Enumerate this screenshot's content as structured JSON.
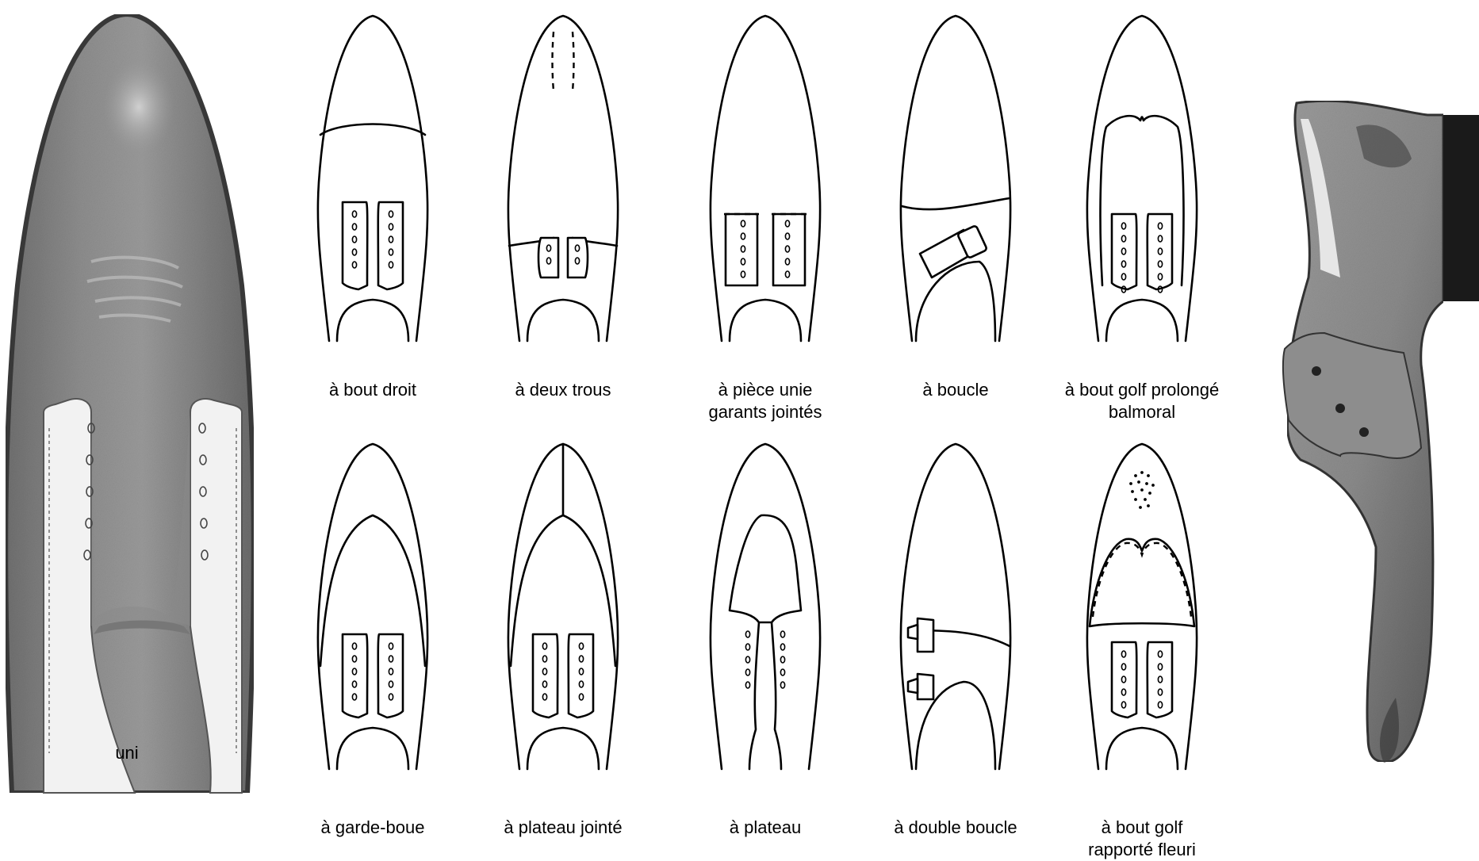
{
  "figure": {
    "big_shoe_label": "uni",
    "rows": [
      [
        {
          "id": "bout-droit",
          "lines": [
            "à bout droit"
          ]
        },
        {
          "id": "deux-trous",
          "lines": [
            "à deux trous"
          ]
        },
        {
          "id": "piece-unie",
          "lines": [
            "à pièce unie",
            "garants jointés"
          ]
        },
        {
          "id": "boucle",
          "lines": [
            "à boucle"
          ]
        },
        {
          "id": "golf-prolonge",
          "lines": [
            "à bout golf prolongé",
            "balmoral"
          ]
        }
      ],
      [
        {
          "id": "garde-boue",
          "lines": [
            "à garde-boue"
          ]
        },
        {
          "id": "plateau-jointe",
          "lines": [
            "à plateau jointé"
          ]
        },
        {
          "id": "plateau",
          "lines": [
            "à plateau"
          ]
        },
        {
          "id": "double-boucle",
          "lines": [
            "à double boucle"
          ]
        },
        {
          "id": "golf-fleuri",
          "lines": [
            "à bout golf",
            "rapporté fleuri"
          ]
        }
      ]
    ]
  }
}
